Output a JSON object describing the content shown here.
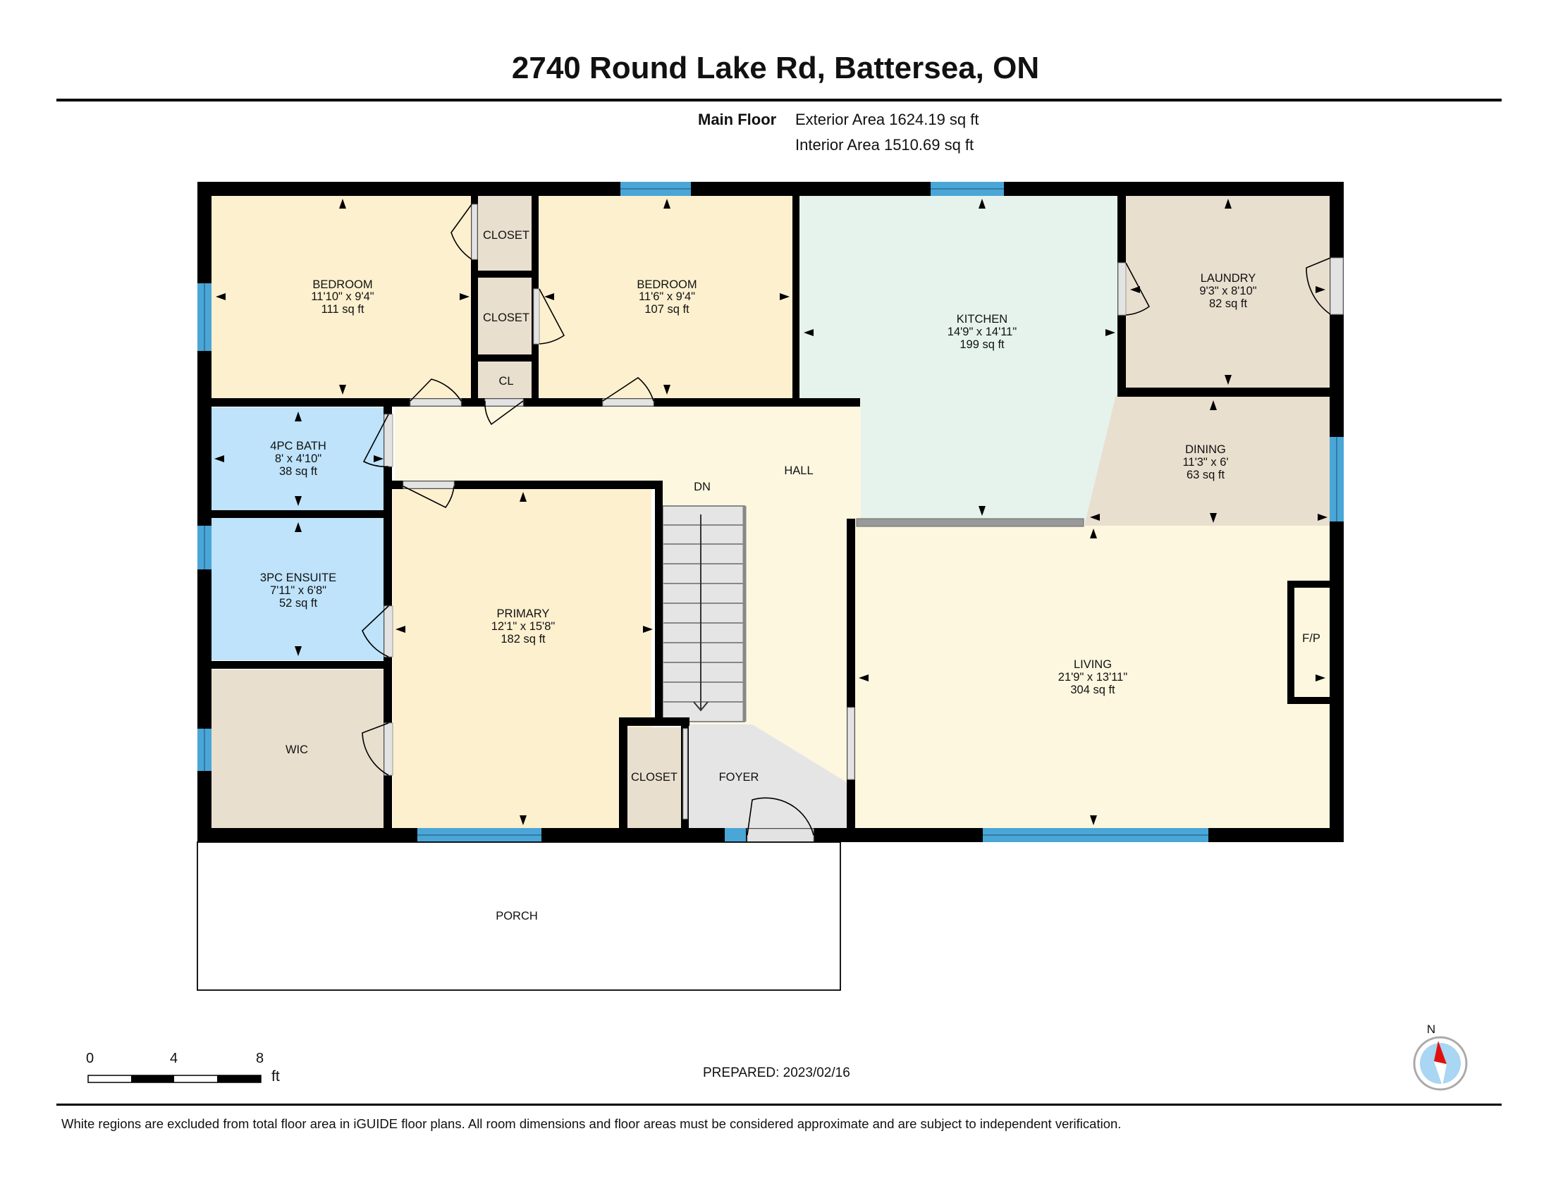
{
  "title": "2740 Round Lake Rd, Battersea, ON",
  "floor_label": "Main Floor",
  "exterior_area": "Exterior Area 1624.19 sq ft",
  "interior_area": "Interior Area 1510.69 sq ft",
  "rooms": {
    "bedroom1": {
      "name": "BEDROOM",
      "dims": "11'10\" x 9'4\"",
      "area": "111 sq ft"
    },
    "bedroom2": {
      "name": "BEDROOM",
      "dims": "11'6\" x 9'4\"",
      "area": "107 sq ft"
    },
    "kitchen": {
      "name": "KITCHEN",
      "dims": "14'9\" x 14'11\"",
      "area": "199 sq ft"
    },
    "laundry": {
      "name": "LAUNDRY",
      "dims": "9'3\" x 8'10\"",
      "area": "82 sq ft"
    },
    "bath": {
      "name": "4PC BATH",
      "dims": "8' x 4'10\"",
      "area": "38 sq ft"
    },
    "dining": {
      "name": "DINING",
      "dims": "11'3\" x 6'",
      "area": "63 sq ft"
    },
    "ensuite": {
      "name": "3PC ENSUITE",
      "dims": "7'11\" x 6'8\"",
      "area": "52 sq ft"
    },
    "primary": {
      "name": "PRIMARY",
      "dims": "12'1\" x 15'8\"",
      "area": "182 sq ft"
    },
    "living": {
      "name": "LIVING",
      "dims": "21'9\" x 13'11\"",
      "area": "304 sq ft"
    },
    "closet1": {
      "name": "CLOSET"
    },
    "closet2": {
      "name": "CLOSET"
    },
    "closet3": {
      "name": "CLOSET"
    },
    "cl": {
      "name": "CL"
    },
    "hall": {
      "name": "HALL"
    },
    "dn": {
      "name": "DN"
    },
    "wic": {
      "name": "WIC"
    },
    "foyer": {
      "name": "FOYER"
    },
    "fp": {
      "name": "F/P"
    },
    "porch": {
      "name": "PORCH"
    }
  },
  "scale": {
    "labels": [
      "0",
      "4",
      "8"
    ],
    "unit": "ft"
  },
  "compass": {
    "label": "N"
  },
  "prepared": "PREPARED: 2023/02/16",
  "disclaimer": "White regions are excluded from total floor area in iGUIDE floor plans. All room dimensions and floor areas must be considered approximate and are subject to independent verification.",
  "colors": {
    "bedroom": "#fdf0cf",
    "kitchen": "#e5f3ec",
    "neutral": "#e9dfcf",
    "bath": "#bee3fa",
    "hall": "#fdf7e0",
    "foyer": "#e5e5e5",
    "window": "#4aa6d6",
    "wall": "#000000"
  }
}
